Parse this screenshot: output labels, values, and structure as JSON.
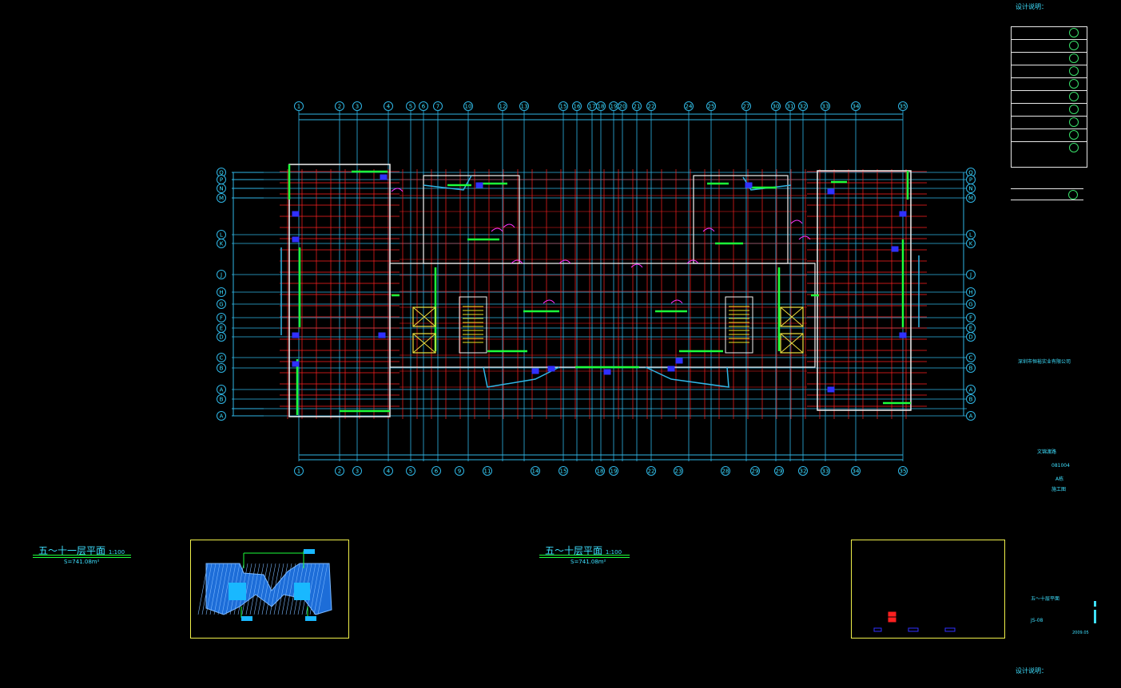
{
  "colors": {
    "background": "#000000",
    "axis_cyan": "#2fb6e6",
    "wall_red": "#ff2020",
    "wall_green": "#1cff3a",
    "wall_white": "#f2f2f2",
    "elevator_yellow": "#f0e040",
    "stair_yellow": "#e8e020",
    "mark_blue": "#3030ff",
    "text_cyan": "#3ee0ff"
  },
  "drawing": {
    "title_left": "五～十一层平面",
    "scale_left": "1:100",
    "area_left": "S=741.08m²",
    "title_right": "五～十层平面",
    "scale_right": "1:100",
    "area_right": "S=741.08m²"
  },
  "axes": {
    "top_row": [
      "1",
      "2",
      "3",
      "4",
      "5",
      "6",
      "7",
      "10",
      "12",
      "13",
      "15",
      "16",
      "17",
      "18",
      "19",
      "20",
      "21",
      "22",
      "24",
      "25",
      "27",
      "30",
      "31",
      "32",
      "33",
      "34",
      "35"
    ],
    "bottom_row": [
      "1",
      "2",
      "3",
      "4",
      "5",
      "6",
      "9",
      "11",
      "14",
      "15",
      "18",
      "19",
      "22",
      "23",
      "28",
      "29",
      "29",
      "32",
      "33",
      "34",
      "35"
    ],
    "left_col": [
      "Q",
      "P",
      "N",
      "M",
      "L",
      "K",
      "J",
      "H",
      "G",
      "F",
      "E",
      "D",
      "C",
      "B",
      "A"
    ],
    "right_col": [
      "Q",
      "P",
      "N",
      "M",
      "L",
      "K",
      "J",
      "H",
      "G",
      "F",
      "E",
      "D",
      "C",
      "B",
      "A"
    ]
  },
  "title_block": {
    "header_top": "设计说明：",
    "header_bottom": "设计说明：",
    "company": "深圳市恒裕实业有限公司",
    "project": "文锦渡路",
    "number": "081004",
    "building": "A栋",
    "stage": "施工图",
    "sheet_title": "五～十层平面",
    "sheet_no": "JS-08",
    "date": "2009.05"
  }
}
